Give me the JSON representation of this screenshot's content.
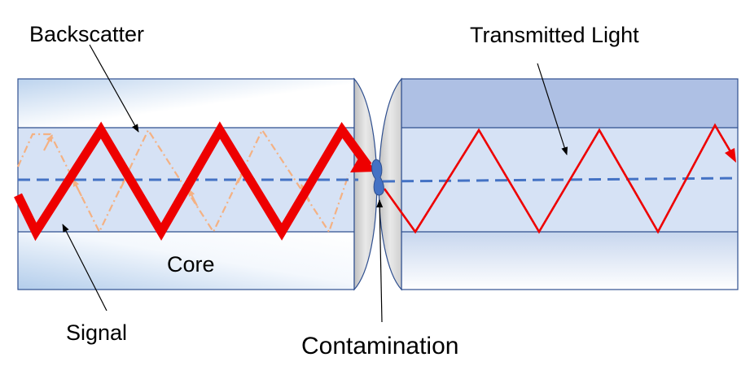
{
  "labels": {
    "backscatter": "Backscatter",
    "transmitted_light": "Transmitted Light",
    "core": "Core",
    "signal": "Signal",
    "contamination": "Contamination"
  },
  "colors": {
    "signal": "#ee0000",
    "backscatter": "#f4b183",
    "axis": "#4472c4",
    "cladding_left": "#c9dcf0",
    "cladding_right_top": "#aec0e4",
    "core_fill": "#d6e2f5",
    "outline": "#2f4f8f",
    "contamination": "#4472c4"
  }
}
